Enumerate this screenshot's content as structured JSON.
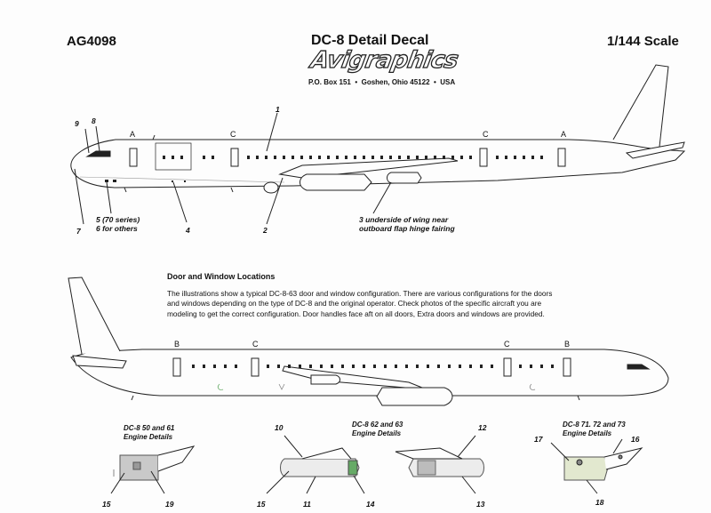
{
  "header": {
    "code": "AG4098",
    "title": "DC-8 Detail Decal",
    "scale": "1/144 Scale",
    "brand": "Avigraphics",
    "address": {
      "po_box": "P.O. Box 151",
      "city": "Goshen, Ohio 45122",
      "country": "USA"
    }
  },
  "top_aircraft": {
    "door_labels": [
      "A",
      "C",
      "C",
      "A"
    ],
    "callouts": {
      "n1": "1",
      "n2": "2",
      "n4": "4",
      "n7": "7",
      "n8": "8",
      "n9": "9",
      "n5_line1": "5 (70 series)",
      "n5_line2": "6 for others",
      "n3_line1": "3 underside of wing near",
      "n3_line2": "outboard flap hinge fairing"
    }
  },
  "doors_section": {
    "title": "Door and Window Locations",
    "paragraph_lines": [
      "The illustrations show a typical DC-8-63 door and window configuration.  There are various configurations for the doors",
      "and windows depending on the type of DC-8 and the original operator.  Check photos of the specific aircraft you are",
      "modeling to get the correct configuration.  Door handles face aft on all doors,  Extra doors and windows are provided."
    ]
  },
  "bottom_aircraft": {
    "door_labels": [
      "B",
      "C",
      "C",
      "B"
    ]
  },
  "engine_details": [
    {
      "title_line1": "DC-8 50 and 61",
      "title_line2": "Engine Details",
      "labels": [
        "15",
        "19"
      ]
    },
    {
      "title_line1": "DC-8 62 and 63",
      "title_line2": "Engine Details",
      "labels": [
        "10",
        "15",
        "11",
        "14",
        "12",
        "13"
      ]
    },
    {
      "title_line1": "DC-8 71. 72 and 73",
      "title_line2": "Engine Details",
      "labels": [
        "17",
        "16",
        "18"
      ]
    }
  ]
}
